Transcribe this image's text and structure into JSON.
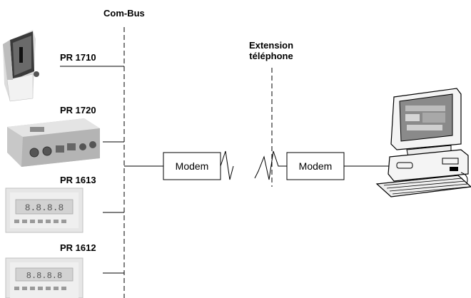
{
  "bus": {
    "label": "Com-Bus"
  },
  "extension": {
    "line1": "Extension",
    "line2": "téléphone"
  },
  "devices": [
    {
      "id": "pr1710",
      "label": "PR 1710"
    },
    {
      "id": "pr1720",
      "label": "PR 1720"
    },
    {
      "id": "pr1613",
      "label": "PR 1613"
    },
    {
      "id": "pr1612",
      "label": "PR 1612"
    }
  ],
  "modems": [
    {
      "id": "left",
      "label": "Modem"
    },
    {
      "id": "right",
      "label": "Modem"
    }
  ],
  "pc": {
    "icon": "computer-workstation-icon"
  }
}
